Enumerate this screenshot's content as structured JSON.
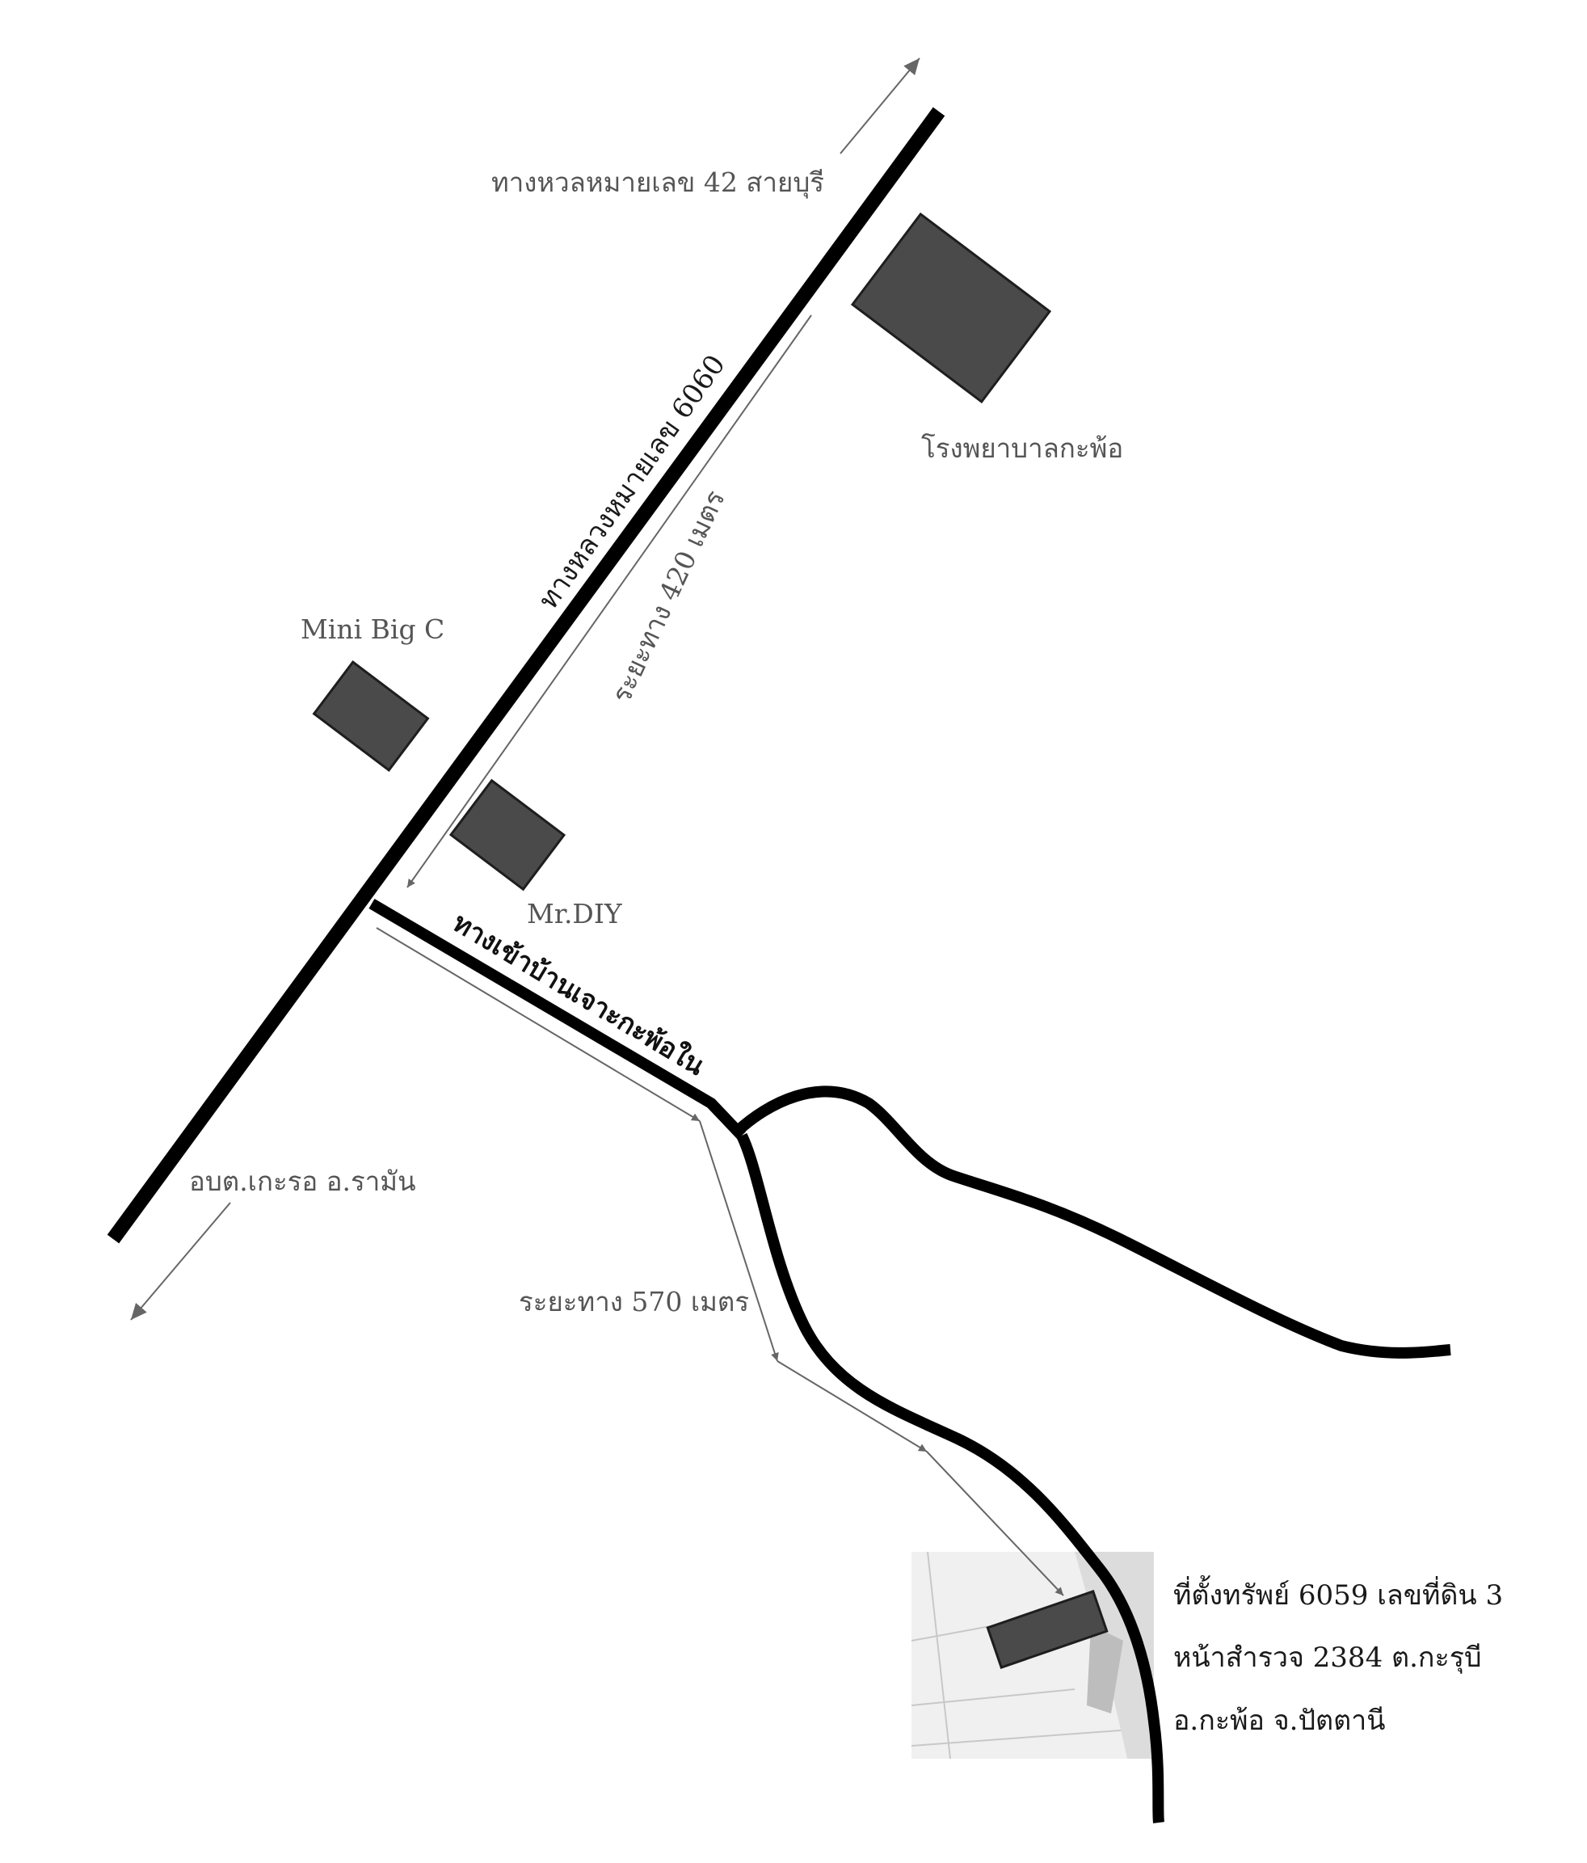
{
  "labels": {
    "north_direction": "ทางหวลหมายเลข 42 สายบุรี",
    "main_road": "ทางหลวงหมายเลข 6060",
    "distance_1": "ระยะทาง 420 เมตร",
    "hospital": "โรงพยาบาลกะพ้อ",
    "mini_big_c": "Mini Big C",
    "mr_diy": "Mr.DIY",
    "side_road": "ทางเข้าบ้านเจาะกะพ้อใน",
    "south_direction": "อบต.เกะรอ อ.รามัน",
    "distance_2": "ระยะทาง 570 เมตร"
  },
  "property": {
    "line1": "ที่ตั้งทรัพย์ 6059 เลขที่ดิน 3",
    "line2": "หน้าสำรวจ 2384 ต.กะรุบี",
    "line3": "อ.กะพ้อ จ.ปัตตานี"
  },
  "colors": {
    "road": "#000000",
    "building": "#4a4a4a",
    "label": "#555555"
  }
}
